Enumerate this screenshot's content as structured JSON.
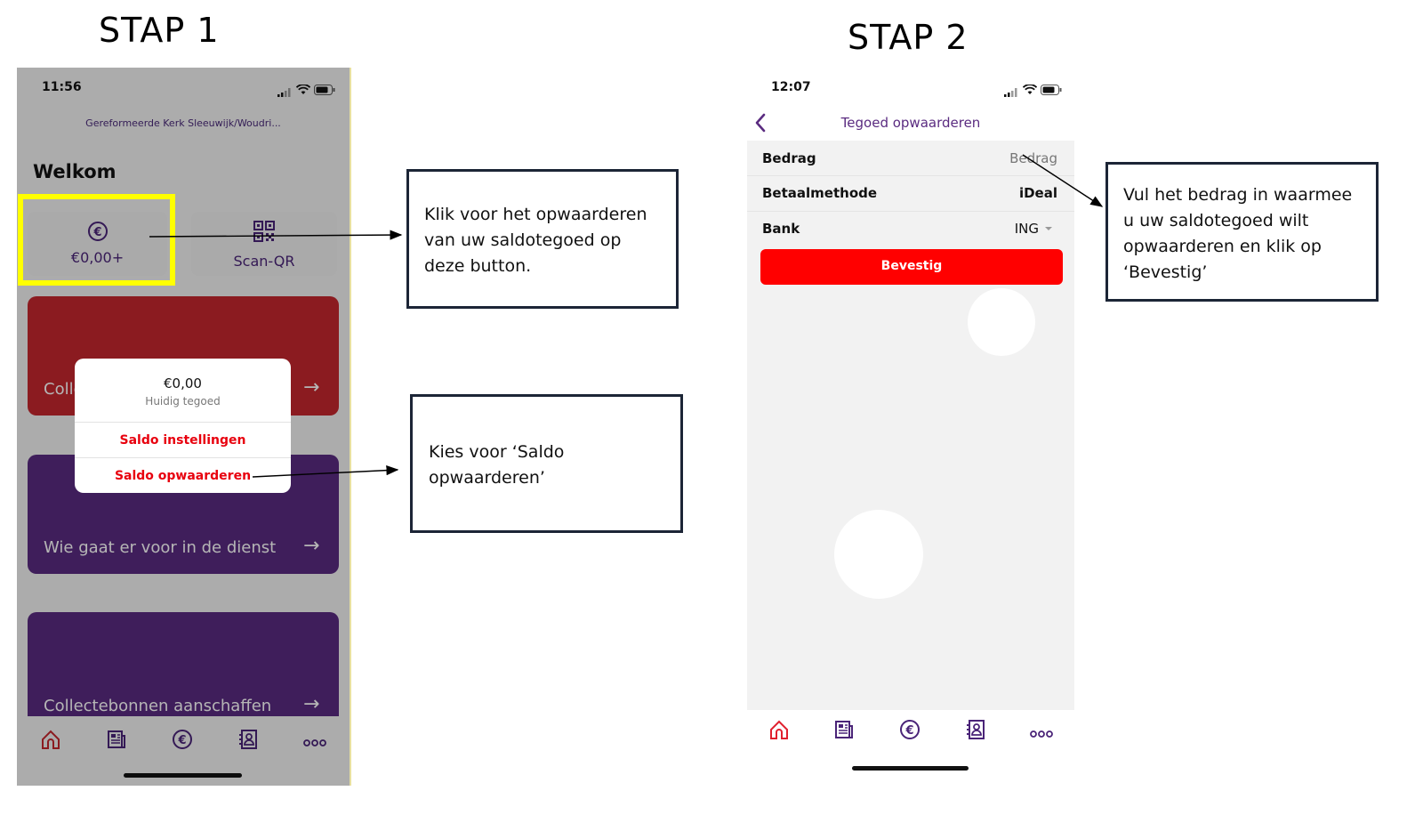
{
  "steps": {
    "step1_title": "STAP 1",
    "step2_title": "STAP 2"
  },
  "phone1": {
    "status_time": "11:56",
    "church_name": "Gereformeerde Kerk Sleeuwijk/Woudri...",
    "welcome": "Welkom",
    "balance_tile_label": "€0,00+",
    "scan_tile_label": "Scan-QR",
    "card_collecte_label": "Colle",
    "card_dienst_label": "Wie gaat er voor in de dienst",
    "card_bonnen_label": "Collectebonnen aanschaffen",
    "popup": {
      "amount": "€0,00",
      "amount_caption": "Huidig tegoed",
      "option_settings": "Saldo instellingen",
      "option_topup": "Saldo opwaarderen"
    },
    "colors": {
      "highlight": "#ffff00",
      "card_red": "#c4262e",
      "card_purple": "#5a2b80",
      "accent_red": "#e8000e"
    }
  },
  "phone2": {
    "status_time": "12:07",
    "header_title": "Tegoed opwaarderen",
    "rows": [
      {
        "label": "Bedrag",
        "value": "Bedrag"
      },
      {
        "label": "Betaalmethode",
        "value": "iDeal"
      },
      {
        "label": "Bank",
        "value": "ING"
      }
    ],
    "confirm_button": "Bevestig",
    "colors": {
      "primary_red": "#ff0000",
      "purple": "#5a2b80"
    }
  },
  "tabbar_icons": [
    "church-icon",
    "news-icon",
    "euro-icon",
    "contacts-icon",
    "more-icon"
  ],
  "callouts": {
    "step1_button": "Klik voor het opwaarderen van uw saldotegoed op deze button.",
    "step1_menu": "Kies voor ‘Saldo opwaarderen’",
    "step2_amount": "Vul het bedrag in waarmee u uw saldotegoed wilt opwaarderen en klik op ‘Bevestig’"
  }
}
